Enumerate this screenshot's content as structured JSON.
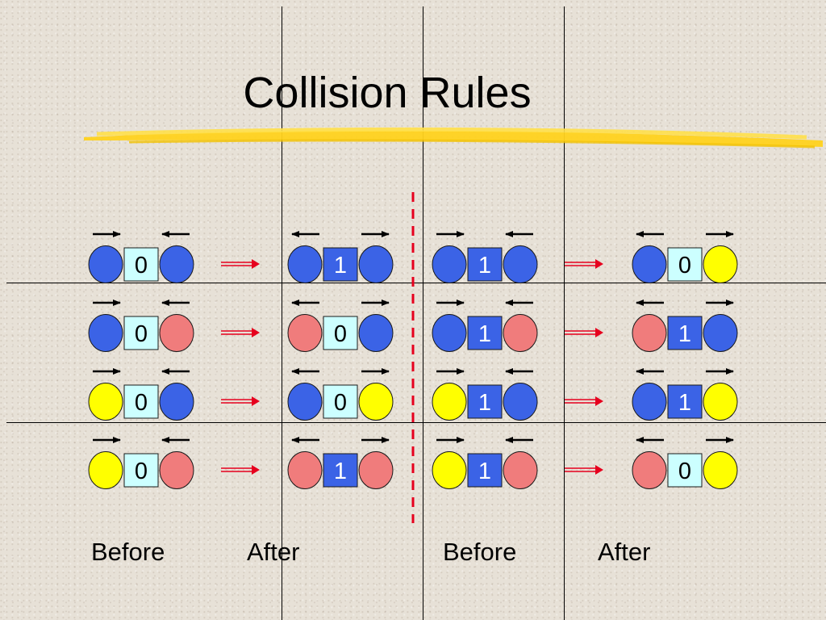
{
  "title": "Collision Rules",
  "colors": {
    "blue": "#3b63e6",
    "red": "#f07c7c",
    "yellow": "#ffff00",
    "box_empty": "#ccffff",
    "box_full": "#3b63e6",
    "arrow_red": "#e6001e",
    "divider_red": "#e6001e",
    "highlight": "#ffd21e"
  },
  "labels": {
    "before_1": "Before",
    "after_1": "After",
    "before_2": "Before",
    "after_2": "After"
  },
  "rows": [
    {
      "left_before": {
        "ball_left": "blue",
        "value": "0",
        "ball_right": "blue"
      },
      "left_after": {
        "ball_left": "blue",
        "value": "1",
        "ball_right": "blue"
      },
      "right_before": {
        "ball_left": "blue",
        "value": "1",
        "ball_right": "blue"
      },
      "right_after": {
        "ball_left": "blue",
        "value": "0",
        "ball_right": "yellow"
      }
    },
    {
      "left_before": {
        "ball_left": "blue",
        "value": "0",
        "ball_right": "red"
      },
      "left_after": {
        "ball_left": "red",
        "value": "0",
        "ball_right": "blue"
      },
      "right_before": {
        "ball_left": "blue",
        "value": "1",
        "ball_right": "red"
      },
      "right_after": {
        "ball_left": "red",
        "value": "1",
        "ball_right": "blue"
      }
    },
    {
      "left_before": {
        "ball_left": "yellow",
        "value": "0",
        "ball_right": "blue"
      },
      "left_after": {
        "ball_left": "blue",
        "value": "0",
        "ball_right": "yellow"
      },
      "right_before": {
        "ball_left": "yellow",
        "value": "1",
        "ball_right": "blue"
      },
      "right_after": {
        "ball_left": "blue",
        "value": "1",
        "ball_right": "yellow"
      }
    },
    {
      "left_before": {
        "ball_left": "yellow",
        "value": "0",
        "ball_right": "red"
      },
      "left_after": {
        "ball_left": "red",
        "value": "1",
        "ball_right": "red"
      },
      "right_before": {
        "ball_left": "yellow",
        "value": "1",
        "ball_right": "red"
      },
      "right_after": {
        "ball_left": "red",
        "value": "0",
        "ball_right": "yellow"
      }
    }
  ]
}
